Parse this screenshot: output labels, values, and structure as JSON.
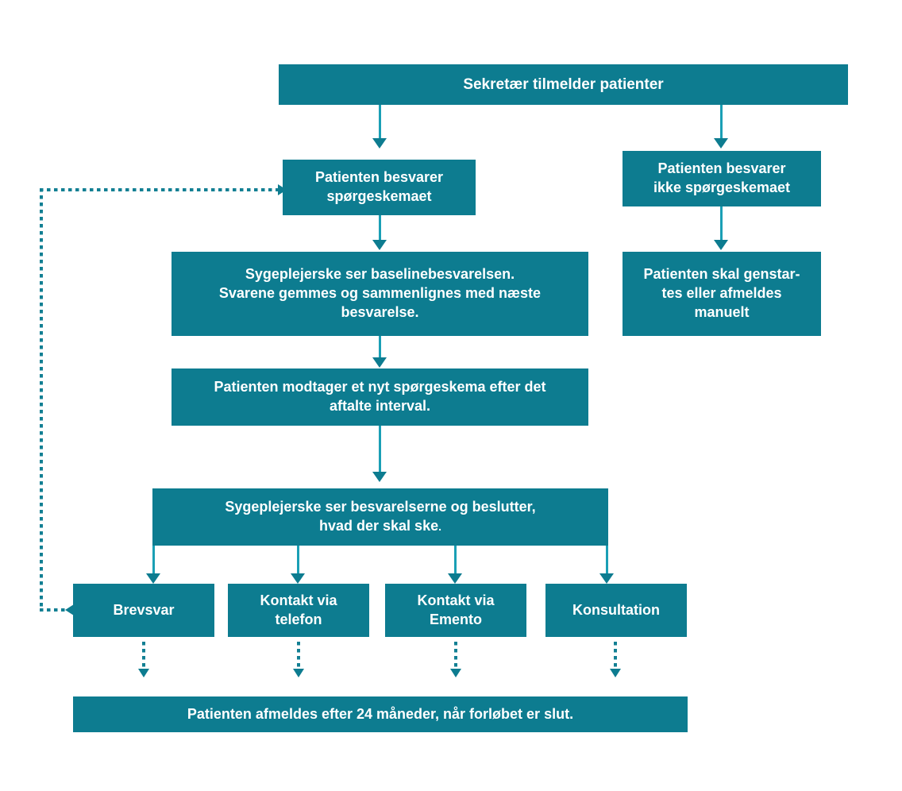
{
  "diagram": {
    "title": "Patientforlob flowchart",
    "colors": {
      "node_fill": "#0d7c90",
      "node_text": "#ffffff",
      "arrow_shaft": "#1a9fb5",
      "arrow_head": "#0d7c90",
      "dotted_line": "#127f93",
      "background": "#ffffff"
    },
    "nodes": {
      "start": {
        "label": "Sekretær tilmelder patienter"
      },
      "answers_yes": {
        "line1": "Patienten besvarer",
        "line2": "spørgeskemaet"
      },
      "answers_no": {
        "line1": "Patienten besvarer",
        "line2": "ikke spørgeskemaet"
      },
      "nurse_baseline": {
        "line1": "Sygeplejerske ser baselinebesvarelsen.",
        "line2": "Svarene gemmes og sammenlignes med næste",
        "line3": "besvarelse."
      },
      "restart_manual": {
        "line1": "Patienten skal genstar-",
        "line2": "tes eller afmeldes",
        "line3": "manuelt"
      },
      "new_questionnaire": {
        "line1": "Patienten modtager et nyt spørgeskema efter det",
        "line2": "aftalte interval."
      },
      "nurse_decides": {
        "line1": "Sygeplejerske ser besvarelserne og beslutter,",
        "line2": "hvad der skal ske",
        "line2_suffix": "."
      },
      "option_letter": {
        "line1": "Brevsvar",
        "line2": ""
      },
      "option_phone": {
        "line1": "Kontakt via",
        "line2": "telefon"
      },
      "option_emento": {
        "line1": "Kontakt via",
        "line2": "Emento"
      },
      "option_consultation": {
        "line1": "Konsultation",
        "line2": ""
      },
      "end": {
        "label": "Patienten afmeldes efter 24 måneder, når forløbet er slut."
      }
    },
    "connectors": {
      "feedback_loop_name": "feedback-loop-brevsvar-to-besvarer",
      "branch_name": "decision-branch-connector"
    }
  }
}
